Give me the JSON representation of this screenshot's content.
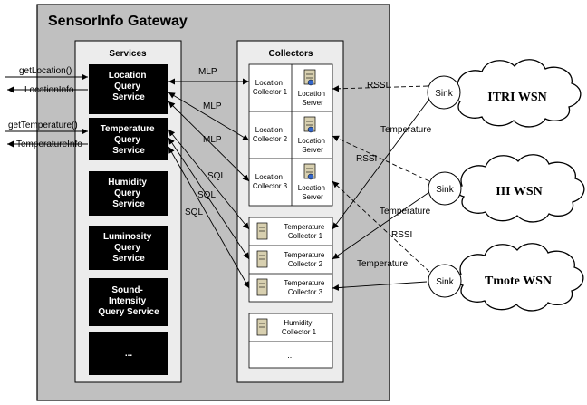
{
  "gateway": {
    "title": "SensorInfo Gateway"
  },
  "services": {
    "header": "Services",
    "items": [
      {
        "lines": [
          "Location",
          "Query",
          "Service"
        ]
      },
      {
        "lines": [
          "Temperature",
          "Query",
          "Service"
        ]
      },
      {
        "lines": [
          "Humidity",
          "Query",
          "Service"
        ]
      },
      {
        "lines": [
          "Luminosity",
          "Query",
          "Service"
        ]
      },
      {
        "lines": [
          "Sound-",
          "Intensity",
          "Query Service"
        ]
      },
      {
        "lines": [
          "..."
        ]
      }
    ]
  },
  "collectors": {
    "header": "Collectors",
    "location": [
      {
        "collector": [
          "Location",
          "Collector 1"
        ],
        "server": [
          "Location",
          "Server"
        ]
      },
      {
        "collector": [
          "Location",
          "Collector 2"
        ],
        "server": [
          "Location",
          "Server"
        ]
      },
      {
        "collector": [
          "Location",
          "Collector 3"
        ],
        "server": [
          "Location",
          "Server"
        ]
      }
    ],
    "temperature": [
      {
        "lines": [
          "Temperature",
          "Collector 1"
        ]
      },
      {
        "lines": [
          "Temperature",
          "Collector 2"
        ]
      },
      {
        "lines": [
          "Temperature",
          "Collector 3"
        ]
      }
    ],
    "humidity": {
      "lines": [
        "Humidity",
        "Collector 1"
      ],
      "more": "..."
    }
  },
  "external": {
    "getLocation": "getLocation()",
    "locationInfo": "LocationInfo",
    "getTemperature": "getTemperature()",
    "temperatureInfo": "TemperatureInfo"
  },
  "protocols": {
    "mlp": "MLP",
    "sql": "SQL"
  },
  "wsns": [
    {
      "name": "ITRI WSN",
      "sink": "Sink"
    },
    {
      "name": "III WSN",
      "sink": "Sink"
    },
    {
      "name": "Tmote WSN",
      "sink": "Sink"
    }
  ],
  "edges": {
    "rssi": "RSSI",
    "temperature": "Temperature"
  }
}
